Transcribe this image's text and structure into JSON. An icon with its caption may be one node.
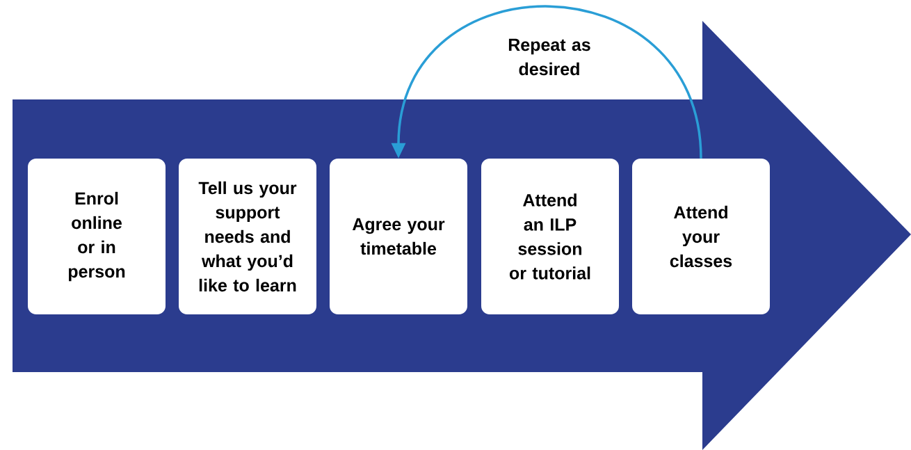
{
  "diagram": {
    "nodes": [
      {
        "text": [
          "Enrol online or in person"
        ]
      },
      {
        "text": [
          "Tell us your support needs and what you’d like to learn"
        ]
      },
      {
        "text": [
          "Agree your timetable"
        ]
      },
      {
        "text": [
          "Attend an ILP session or tutorial"
        ]
      },
      {
        "text": [
          "Attend your classes"
        ]
      }
    ],
    "edges": [
      {
        "from": 4,
        "to": 2,
        "arrow": "to",
        "label": "Repeat as desired",
        "color": "#2a9ed6"
      }
    ]
  }
}
